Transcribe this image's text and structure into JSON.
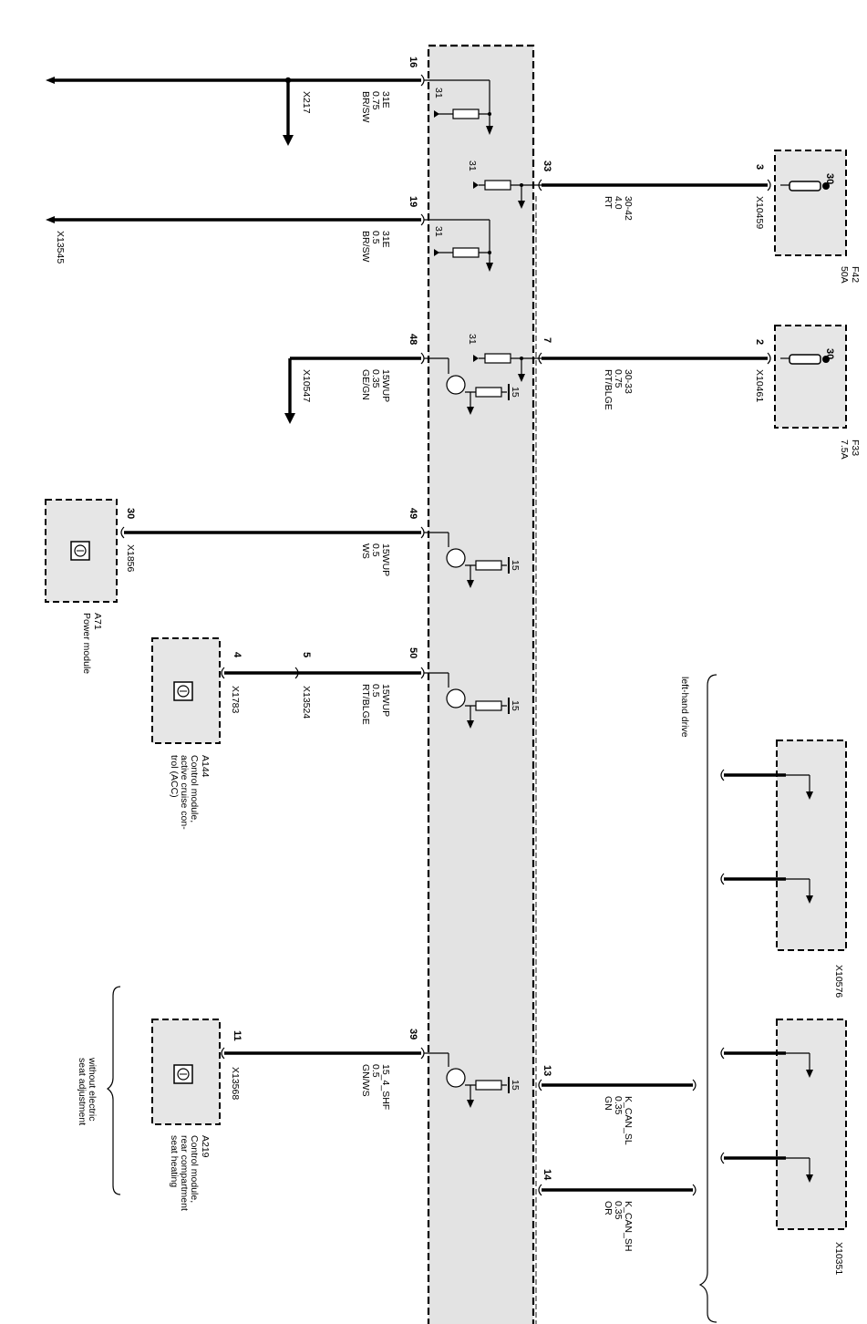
{
  "main_pins": {
    "p16": "16",
    "p19": "19",
    "p48": "48",
    "p49": "49",
    "p50": "50",
    "p39": "39",
    "p33": "33",
    "p7": "7",
    "p13": "13",
    "p14": "14"
  },
  "internal": {
    "ground": "31",
    "supply": "15"
  },
  "wires": {
    "w16": [
      "31E",
      "0.75",
      "BR/SW"
    ],
    "w19": [
      "31E",
      "0.5",
      "BR/SW"
    ],
    "w48": [
      "15WUP",
      "0.35",
      "GE/GN"
    ],
    "w49": [
      "15WUP",
      "0.5",
      "WS"
    ],
    "w50": [
      "15WUP",
      "0.5",
      "RT/BLGE"
    ],
    "w39": [
      "15_4_SHF",
      "0.5",
      "GN/WS"
    ],
    "w33": [
      "30-42",
      "4.0",
      "RT"
    ],
    "w7": [
      "30-33",
      "0.75",
      "RT/BLGE"
    ],
    "w13": [
      "K_CAN_SL",
      "0.35",
      "GN"
    ],
    "w14": [
      "K_CAN_SH",
      "0.35",
      "OR"
    ]
  },
  "connectors": {
    "x217": "X217",
    "x13545": "X13545",
    "x10547": "X10547",
    "x1856": "X1856",
    "x1783": "X1783",
    "x13524": "X13524",
    "x13568": "X13568",
    "x10459": "X10459",
    "x10461": "X10461",
    "x10576": "X10576",
    "x10351": "X10351"
  },
  "pins": {
    "a71": "30",
    "a144": "4",
    "x13524": "5",
    "a219": "11",
    "f42_in": "3",
    "f42_term": "30",
    "f33_in": "2",
    "f33_term": "30"
  },
  "fuses": {
    "f42": {
      "id": "F42",
      "rating": "50A"
    },
    "f33": {
      "id": "F33",
      "rating": "7.5A"
    }
  },
  "modules": {
    "a71": {
      "id": "A71",
      "lines": [
        "Power module"
      ]
    },
    "a144": {
      "id": "A144",
      "lines": [
        "Control module,",
        "active cruise con-",
        "trol (ACC)"
      ]
    },
    "a219": {
      "id": "A219",
      "lines": [
        "Control module,",
        "rear compartment",
        "seat heating"
      ]
    }
  },
  "notes": {
    "lhd": "left-hand drive",
    "no_seat": [
      "without electric",
      "seat adjustment"
    ]
  }
}
